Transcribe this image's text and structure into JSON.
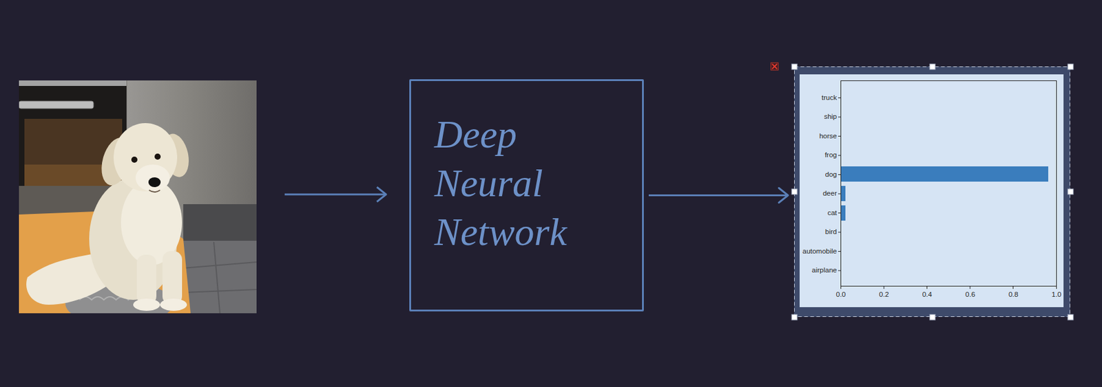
{
  "diagram": {
    "nodes": [
      {
        "text": [
          "Deep Neural Network"
        ]
      },
      {
        "text": [
          "truck",
          "ship",
          "horse",
          "frog",
          "dog",
          "deer",
          "cat",
          "bird",
          "automobile",
          "airplane",
          "0.0",
          "0.2",
          "0.4",
          "0.6",
          "0.8",
          "1.0"
        ]
      }
    ],
    "edges": [
      {
        "from": 0,
        "to": 1,
        "arrow": "to"
      }
    ]
  }
}
